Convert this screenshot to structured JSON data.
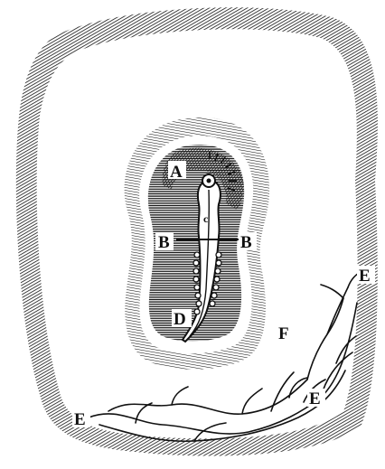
{
  "figure": {
    "labels": {
      "a": "A",
      "b_left": "B",
      "b_right": "B",
      "c": "c",
      "d": "D",
      "e_left": "E",
      "e_upper_right": "E",
      "e_lower_right": "E",
      "f": "F"
    },
    "colors": {
      "ink": "#111111",
      "paper": "#ffffff"
    }
  }
}
